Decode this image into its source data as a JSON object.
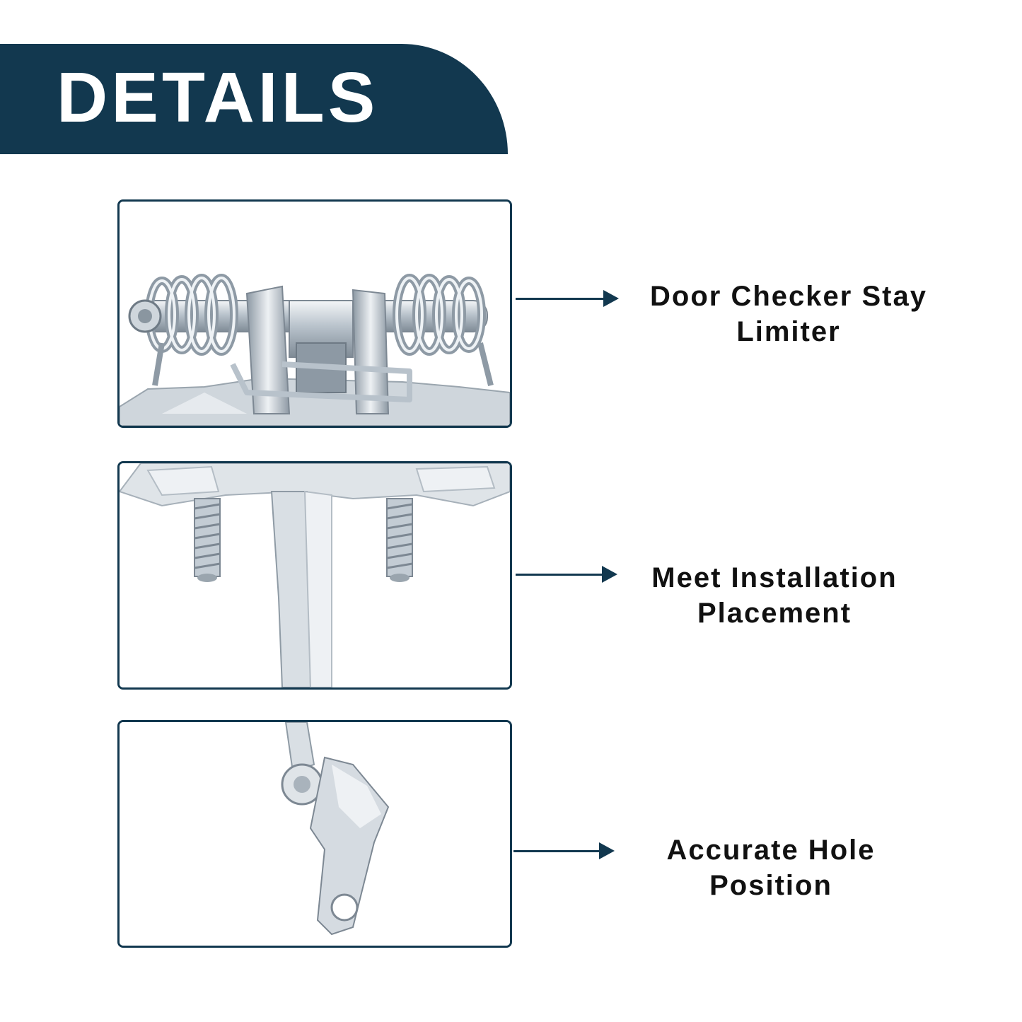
{
  "banner": {
    "title": "DETAILS"
  },
  "colors": {
    "accent": "#12384f",
    "text": "#111111",
    "background": "#ffffff"
  },
  "features": [
    {
      "line1": "Door Checker Stay",
      "line2": "Limiter",
      "image": "spring-hinge-closeup"
    },
    {
      "line1": "Meet Installation",
      "line2": "Placement",
      "image": "mounting-bolts-closeup"
    },
    {
      "line1": "Accurate Hole",
      "line2": "Position",
      "image": "hole-bracket-closeup"
    }
  ]
}
